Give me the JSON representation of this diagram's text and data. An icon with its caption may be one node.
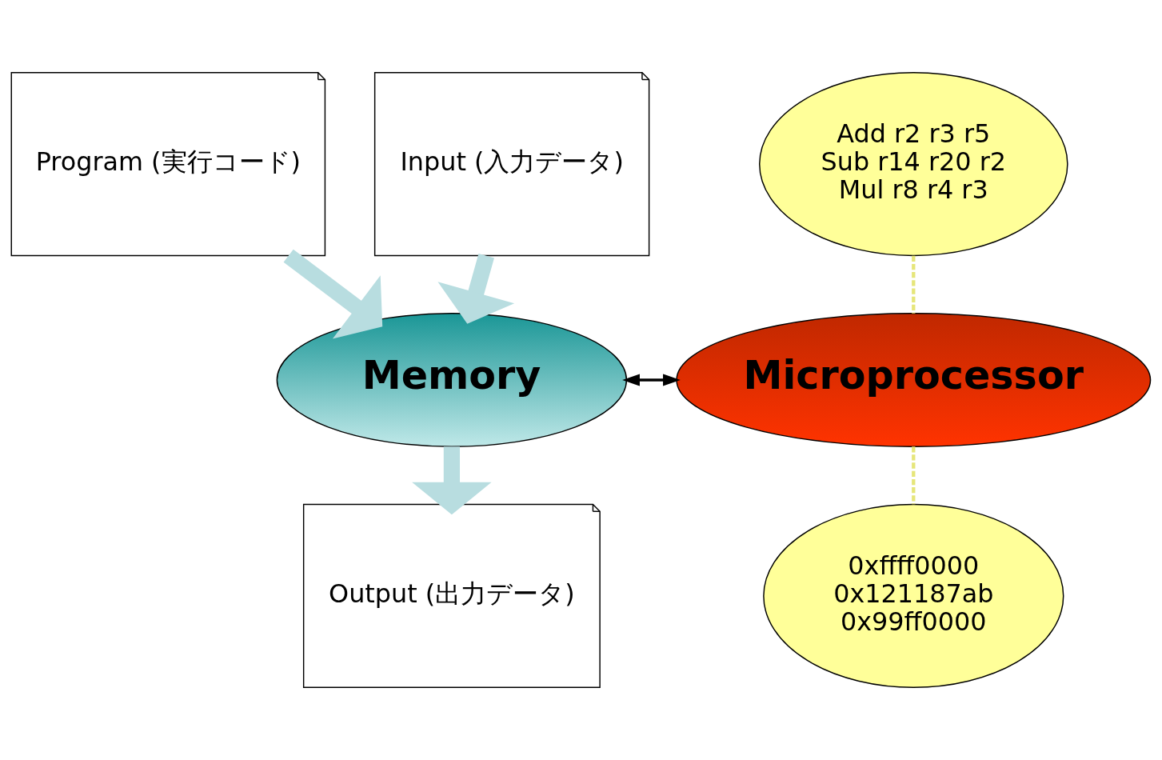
{
  "diagram": {
    "nodes": [
      {
        "text": [
          "Program (実行コード)"
        ]
      },
      {
        "text": [
          "Input (入力データ)"
        ]
      },
      {
        "text": [
          "Memory"
        ]
      },
      {
        "text": [
          "Microprocessor"
        ]
      },
      {
        "text": [
          "Output (出力データ)"
        ]
      },
      {
        "text": [
          "Add r2 r3 r5",
          "Sub r14 r20 r2",
          "Mul r8 r4 r3"
        ]
      },
      {
        "text": [
          "0xffff0000",
          "0x121187ab",
          "0x99ff0000"
        ]
      }
    ],
    "edges": [
      {
        "from": 0,
        "to": 2,
        "arrow": "to",
        "style": "thick",
        "color": "#b8dde0"
      },
      {
        "from": 1,
        "to": 2,
        "arrow": "to",
        "style": "thick",
        "color": "#b8dde0"
      },
      {
        "from": 2,
        "to": 4,
        "arrow": "to",
        "style": "thick",
        "color": "#b8dde0"
      },
      {
        "from": 2,
        "to": 3,
        "arrow": "both",
        "color": "#000000"
      },
      {
        "from": 5,
        "to": 3,
        "arrow": "none",
        "style": "dashed",
        "color": "#e6e67a"
      },
      {
        "from": 3,
        "to": 6,
        "arrow": "none",
        "style": "dashed",
        "color": "#e6e67a"
      }
    ]
  }
}
